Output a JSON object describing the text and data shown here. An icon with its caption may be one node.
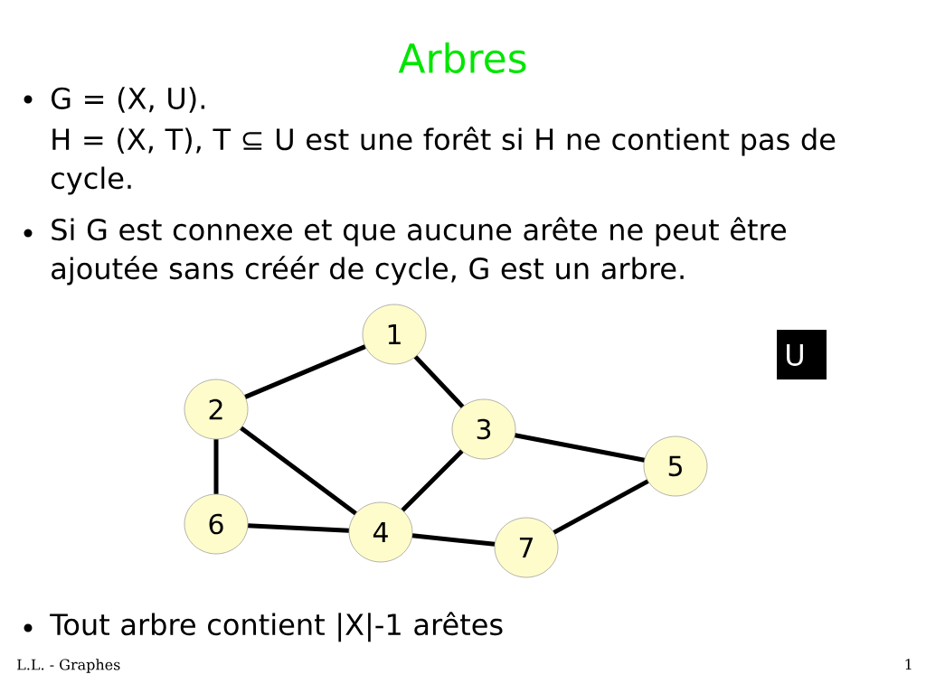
{
  "diagram": {
    "title": "Arbres",
    "nodes": [
      {
        "text": [
          "1"
        ]
      },
      {
        "text": [
          "2"
        ]
      },
      {
        "text": [
          "3"
        ]
      },
      {
        "text": [
          "4"
        ]
      },
      {
        "text": [
          "5"
        ]
      },
      {
        "text": [
          "6"
        ]
      },
      {
        "text": [
          "7"
        ]
      }
    ],
    "edges": [
      {
        "from": 0,
        "to": 1,
        "arrow": "none"
      },
      {
        "from": 0,
        "to": 2,
        "arrow": "none"
      },
      {
        "from": 1,
        "to": 5,
        "arrow": "none"
      },
      {
        "from": 1,
        "to": 3,
        "arrow": "none"
      },
      {
        "from": 2,
        "to": 3,
        "arrow": "none"
      },
      {
        "from": 2,
        "to": 4,
        "arrow": "none"
      },
      {
        "from": 5,
        "to": 3,
        "arrow": "none"
      },
      {
        "from": 3,
        "to": 6,
        "arrow": "none"
      },
      {
        "from": 6,
        "to": 4,
        "arrow": "none"
      }
    ],
    "labels": [
      "G = (X, U).",
      "H = (X, T), T ⊆ U est une forêt si H ne contient pas de cycle.",
      "Si G est connexe et que aucune arête ne peut être ajoutée sans créér de cycle, G est un arbre.",
      "U",
      "Tout arbre contient |X|-1 arêtes",
      "L.L. - Graphes",
      "1"
    ]
  }
}
